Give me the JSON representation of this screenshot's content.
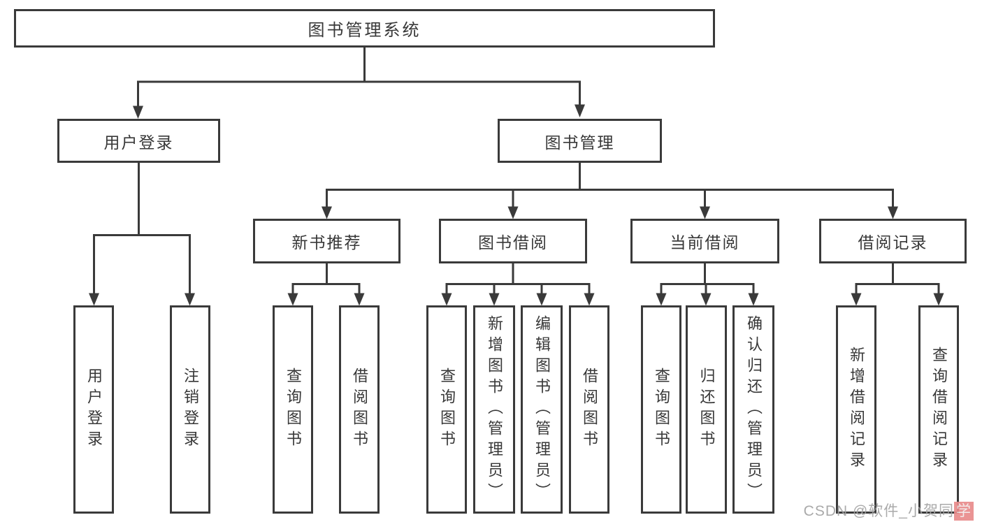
{
  "diagram": {
    "root": {
      "label": "图书管理系统"
    },
    "user_login": {
      "label": "用户登录",
      "children": [
        "用户登录",
        "注销登录"
      ]
    },
    "book_mgmt": {
      "label": "图书管理",
      "new_book_rec": {
        "label": "新书推荐",
        "children": [
          "查询图书",
          "借阅图书"
        ]
      },
      "book_borrow": {
        "label": "图书借阅",
        "children": [
          "查询图书",
          "新增图书（管理员）",
          "编辑图书（管理员）",
          "借阅图书"
        ]
      },
      "current_borrow": {
        "label": "当前借阅",
        "children": [
          "查询图书",
          "归还图书",
          "确认归还（管理员）"
        ]
      },
      "borrow_record": {
        "label": "借阅记录",
        "children": [
          "新增借阅记录",
          "查询借阅记录"
        ]
      }
    }
  },
  "watermark": {
    "prefix": "CSDN @软件_小贺同",
    "highlight": "学"
  },
  "colors": {
    "line": "#3a3a3a",
    "text": "#383838",
    "watermark_text": "#a3a3a3",
    "watermark_highlight": "#e98b8b"
  }
}
